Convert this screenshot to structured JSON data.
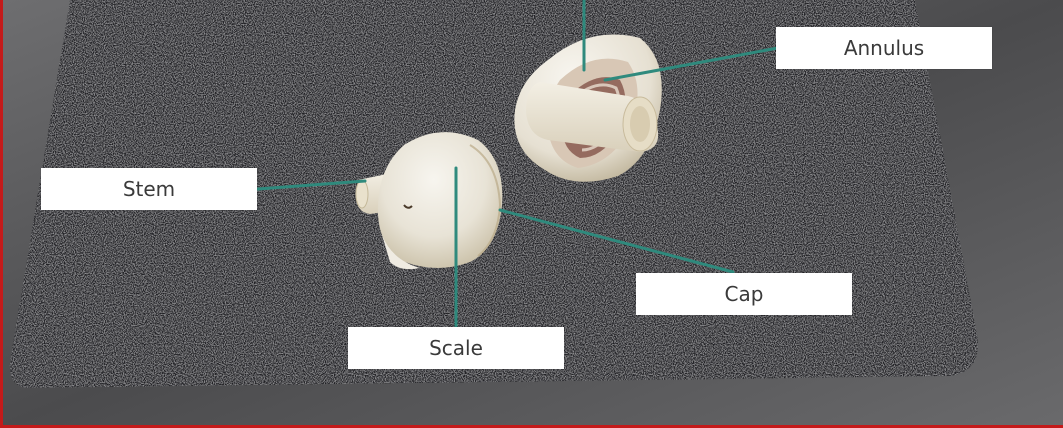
{
  "labels": {
    "annulus": "Annulus",
    "stem": "Stem",
    "cap": "Cap",
    "scale": "Scale"
  },
  "colors": {
    "leader_line": "#2f8a7d",
    "frame_border": "#c41a1a",
    "mat": "#222325",
    "background": "#5a5a5c"
  }
}
